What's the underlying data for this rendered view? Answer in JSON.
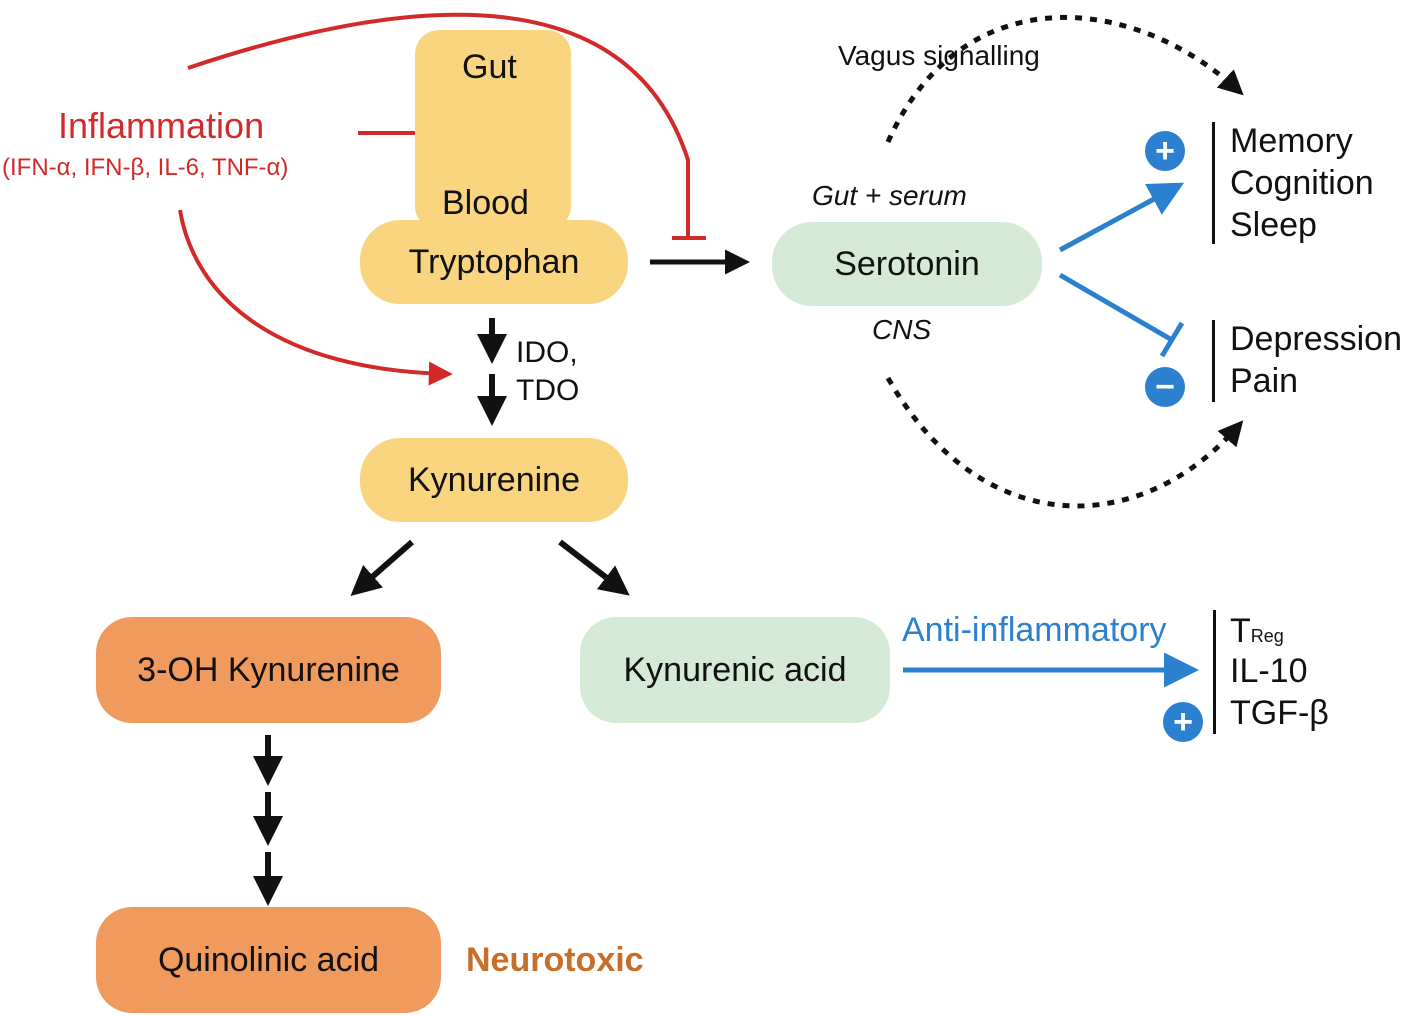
{
  "nodes": {
    "gut": "Gut",
    "blood": "Blood",
    "tryptophan": "Tryptophan",
    "kynurenine": "Kynurenine",
    "serotonin": "Serotonin",
    "kynurenic_acid": "Kynurenic acid",
    "oh_kynurenine": "3-OH Kynurenine",
    "quinolinic_acid": "Quinolinic acid"
  },
  "inflammation": {
    "title": "Inflammation",
    "cytokines": "(IFN-α, IFN-β, IL-6, TNF-α)"
  },
  "enzymes": {
    "line1": "IDO,",
    "line2": "TDO"
  },
  "serotonin_context": {
    "top": "Gut + serum",
    "bottom": "CNS"
  },
  "vagus_label": "Vagus signalling",
  "positive_effects": [
    "Memory",
    "Cognition",
    "Sleep"
  ],
  "negative_effects": [
    "Depression",
    "Pain"
  ],
  "anti_inflammatory": {
    "label": "Anti-inflammatory",
    "treg_main": "T",
    "treg_sub": "Reg",
    "il10": "IL-10",
    "tgf": "TGF-β"
  },
  "neurotoxic_label": "Neurotoxic",
  "signs": {
    "plus": "+",
    "minus": "−"
  },
  "colors": {
    "yellow_box": "#f9d57f",
    "green_box": "#d5ead6",
    "orange_box": "#f09a5e",
    "inflammation_red": "#d22a2a",
    "effect_blue": "#2b80cf",
    "neurotoxic_orange": "#c76e2a"
  }
}
